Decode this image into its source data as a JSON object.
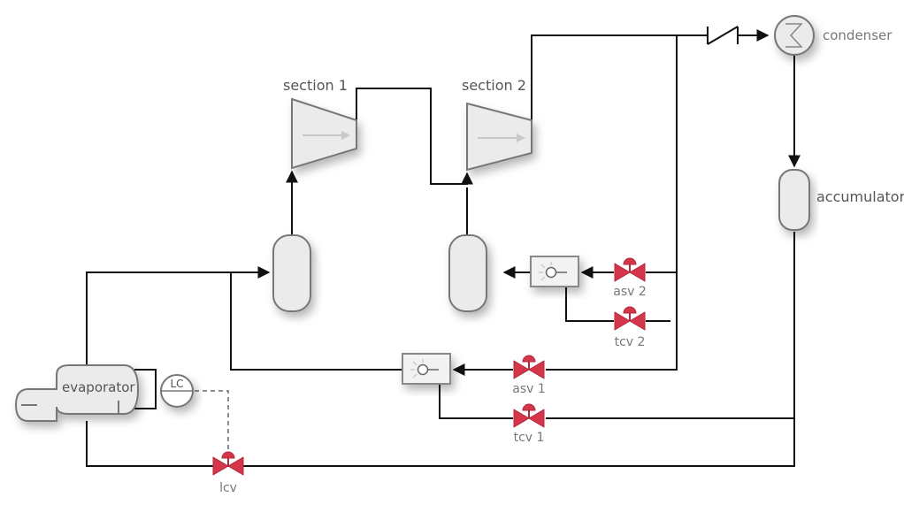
{
  "labels": {
    "section1": "section 1",
    "section2": "section 2",
    "condenser": "condenser",
    "accumulator": "accumulator",
    "evaporator": "evaporator",
    "level_controller": "LC",
    "asv2": "asv 2",
    "tcv2": "tcv 2",
    "asv1": "asv 1",
    "tcv1": "tcv 1",
    "lcv": "lcv"
  },
  "colors": {
    "valve": "#d4374a",
    "equipment_fill": "#ebebeb",
    "equipment_stroke": "#777777",
    "pipe": "#111111",
    "label": "#555555"
  }
}
